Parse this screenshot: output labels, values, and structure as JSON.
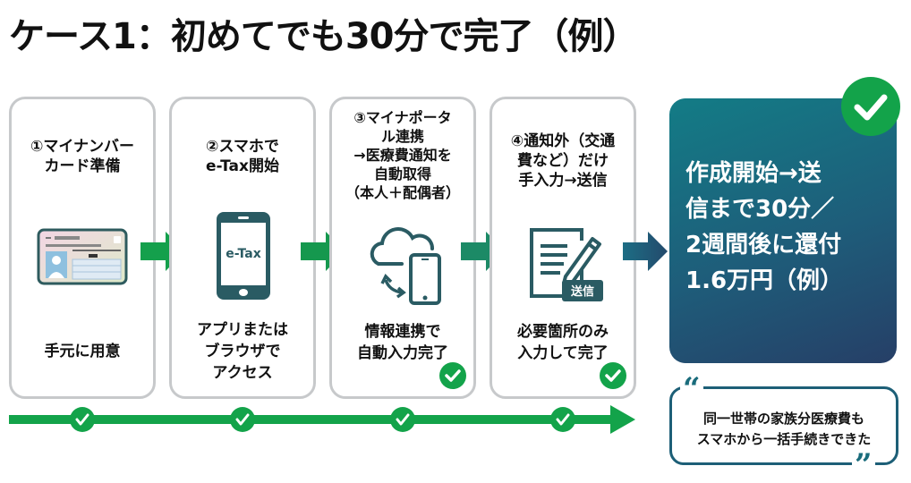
{
  "title": "ケース1：初めてでも30分で完了（例）",
  "steps": [
    {
      "head": [
        "①マイナンバー",
        "カード準備"
      ],
      "icon": "id-card-icon",
      "foot": [
        "手元に用意"
      ],
      "done": false
    },
    {
      "head": [
        "②スマホで",
        "e-Tax開始"
      ],
      "icon": "smartphone-icon",
      "icon_label": "e-Tax",
      "foot": [
        "アプリまたは",
        "ブラウザで",
        "アクセス"
      ],
      "done": false
    },
    {
      "head": [
        "③マイナポータ",
        "ル連携",
        "→医療費通知を",
        "自動取得",
        "（本人＋配偶者）"
      ],
      "icon": "cloud-sync-phone-icon",
      "foot": [
        "情報連携で",
        "自動入力完了"
      ],
      "done": true
    },
    {
      "head": [
        "④通知外（交通",
        "費など）だけ",
        "手入力→送信"
      ],
      "icon": "document-edit-icon",
      "icon_label": "送信",
      "foot": [
        "必要箇所のみ",
        "入力して完了"
      ],
      "done": true
    }
  ],
  "result": {
    "lines": [
      "作成開始→送",
      "信まで30分／",
      "2週間後に還付",
      "1.6万円（例）"
    ]
  },
  "quote": {
    "open_mark": "“",
    "close_mark": "”",
    "lines": [
      "同一世帯の家族分医療費も",
      "スマホから一括手続きできた"
    ]
  },
  "timeline": {
    "checkpoints": 4,
    "completed": 4
  },
  "colors": {
    "green": "#13a34a",
    "teal": "#137c86",
    "navy": "#263f67",
    "border": "#c7c9cb"
  }
}
